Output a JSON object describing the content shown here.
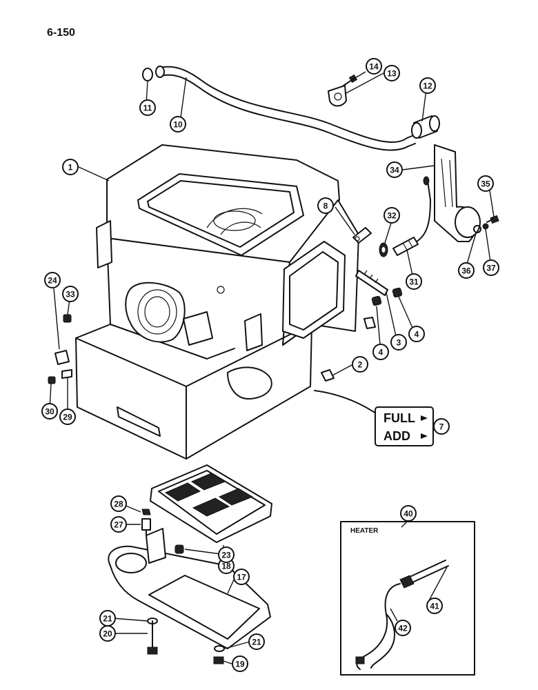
{
  "page_number": "6-150",
  "decal": {
    "line1": "FULL",
    "line2": "ADD"
  },
  "inset": {
    "title": "HEATER"
  },
  "callouts": [
    {
      "id": "c1",
      "label": "1"
    },
    {
      "id": "c2",
      "label": "2"
    },
    {
      "id": "c3",
      "label": "3"
    },
    {
      "id": "c4a",
      "label": "4"
    },
    {
      "id": "c4b",
      "label": "4"
    },
    {
      "id": "c7",
      "label": "7"
    },
    {
      "id": "c8",
      "label": "8"
    },
    {
      "id": "c10",
      "label": "10"
    },
    {
      "id": "c11",
      "label": "11"
    },
    {
      "id": "c12",
      "label": "12"
    },
    {
      "id": "c13",
      "label": "13"
    },
    {
      "id": "c14",
      "label": "14"
    },
    {
      "id": "c17",
      "label": "17"
    },
    {
      "id": "c18",
      "label": "18"
    },
    {
      "id": "c19",
      "label": "19"
    },
    {
      "id": "c20",
      "label": "20"
    },
    {
      "id": "c21a",
      "label": "21"
    },
    {
      "id": "c21b",
      "label": "21"
    },
    {
      "id": "c23",
      "label": "23"
    },
    {
      "id": "c24",
      "label": "24"
    },
    {
      "id": "c27",
      "label": "27"
    },
    {
      "id": "c28",
      "label": "28"
    },
    {
      "id": "c29",
      "label": "29"
    },
    {
      "id": "c30",
      "label": "30"
    },
    {
      "id": "c31",
      "label": "31"
    },
    {
      "id": "c32",
      "label": "32"
    },
    {
      "id": "c33",
      "label": "33"
    },
    {
      "id": "c34",
      "label": "34"
    },
    {
      "id": "c35",
      "label": "35"
    },
    {
      "id": "c36",
      "label": "36"
    },
    {
      "id": "c37",
      "label": "37"
    },
    {
      "id": "c40",
      "label": "40"
    },
    {
      "id": "c41",
      "label": "41"
    },
    {
      "id": "c42",
      "label": "42"
    }
  ]
}
